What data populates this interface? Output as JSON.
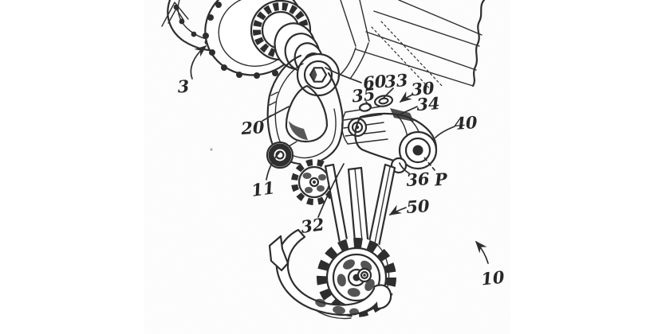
{
  "figure": {
    "type": "patent-line-drawing",
    "title": "Rear derailleur assembly mounted at bicycle rear hub and frame",
    "background_color": "#ffffff",
    "line_color": "#2e2e2e"
  },
  "labels": {
    "n3": "3",
    "n10": "10",
    "n11": "11",
    "n20": "20",
    "n30": "30",
    "n32": "32",
    "n33": "33",
    "n34": "34",
    "n35": "35",
    "n36": "36",
    "n40": "40",
    "n50": "50",
    "n60": "60",
    "P": "P"
  }
}
